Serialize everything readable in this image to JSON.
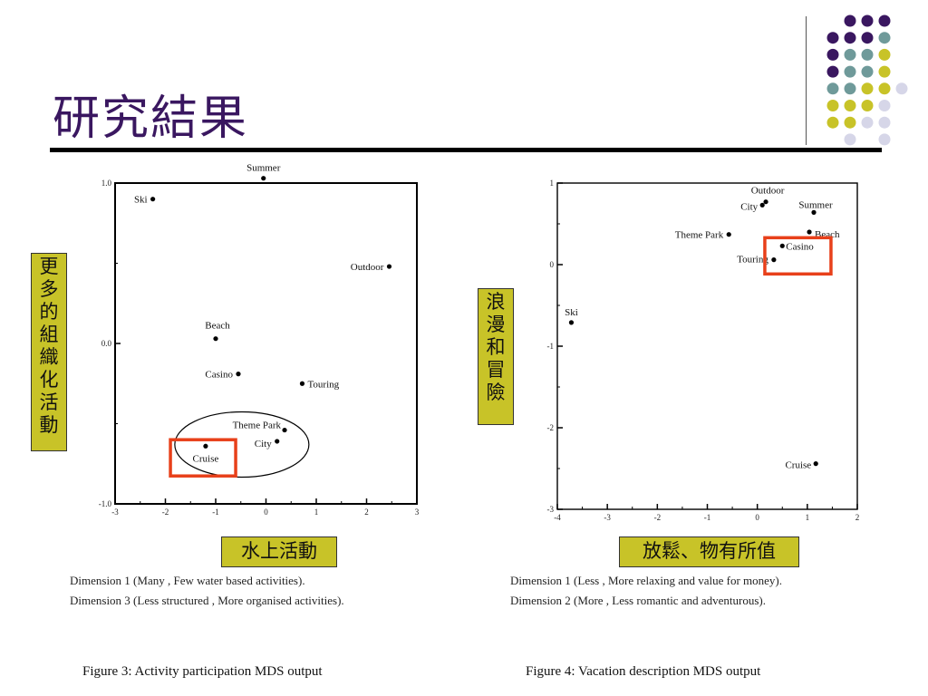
{
  "slide": {
    "title": "研究結果",
    "left": {
      "ylabel": "更多的組織化活動",
      "xlabel": "水上活動",
      "caption1": "Dimension 1  (Many , Few water based activities).",
      "caption2": "Dimension 3  (Less structured , More organised activities).",
      "figure": "Figure 3:  Activity participation MDS output"
    },
    "right": {
      "ylabel": "浪漫和冒險",
      "xlabel": "放鬆、物有所值",
      "caption1": "Dimension 1  (Less , More relaxing and value for money).",
      "caption2": "Dimension 2  (More , Less romantic and adventurous).",
      "figure": "Figure 4:  Vacation description MDS output"
    },
    "colors": {
      "purple": "#3a1760",
      "teal": "#6f9a9a",
      "olive": "#c8c328",
      "lavender": "#d6d6e8",
      "highlight": "#e8401a"
    }
  },
  "chart_data": [
    {
      "type": "scatter",
      "xlim": [
        -3,
        3
      ],
      "ylim": [
        -1.0,
        1.0
      ],
      "xticks": [
        -3,
        -2,
        -1,
        0,
        1,
        2,
        3
      ],
      "yticks": [
        "-1.0",
        "0.0",
        "1.0"
      ],
      "yticks_values": [
        -1.0,
        0.0,
        1.0
      ],
      "xlabel": "Dimension 1",
      "ylabel": "Dimension 3",
      "points": [
        {
          "label": "Summer",
          "x": -0.05,
          "y": 1.03
        },
        {
          "label": "Ski",
          "x": -2.25,
          "y": 0.9
        },
        {
          "label": "Outdoor",
          "x": 2.45,
          "y": 0.48
        },
        {
          "label": "Beach",
          "x": -1.0,
          "y": 0.03
        },
        {
          "label": "Casino",
          "x": -0.55,
          "y": -0.19
        },
        {
          "label": "Touring",
          "x": 0.72,
          "y": -0.25
        },
        {
          "label": "Theme Park",
          "x": 0.37,
          "y": -0.54
        },
        {
          "label": "City",
          "x": 0.22,
          "y": -0.61
        },
        {
          "label": "Cruise",
          "x": -1.2,
          "y": -0.64
        }
      ],
      "annotations": [
        "ellipse around Theme Park, City, Cruise",
        "red box around Cruise"
      ]
    },
    {
      "type": "scatter",
      "xlim": [
        -4,
        2
      ],
      "ylim": [
        -3,
        1
      ],
      "xticks": [
        -4,
        -3,
        -2,
        -1,
        0,
        1,
        2
      ],
      "yticks": [
        "-3",
        "-2",
        "-1",
        "0",
        "1"
      ],
      "yticks_values": [
        -3,
        -2,
        -1,
        0,
        1
      ],
      "xlabel": "Dimension 1",
      "ylabel": "Dimension 2",
      "points": [
        {
          "label": "Outdoor",
          "x": 0.17,
          "y": 0.77
        },
        {
          "label": "City",
          "x": 0.1,
          "y": 0.73
        },
        {
          "label": "Summer",
          "x": 1.13,
          "y": 0.64
        },
        {
          "label": "Theme Park",
          "x": -0.57,
          "y": 0.37
        },
        {
          "label": "Beach",
          "x": 1.04,
          "y": 0.4
        },
        {
          "label": "Casino",
          "x": 0.5,
          "y": 0.23
        },
        {
          "label": "Touring",
          "x": 0.33,
          "y": 0.06
        },
        {
          "label": "Ski",
          "x": -3.72,
          "y": -0.71
        },
        {
          "label": "Cruise",
          "x": 1.17,
          "y": -2.44
        }
      ],
      "annotations": [
        "red box around Casino and Touring"
      ]
    }
  ]
}
